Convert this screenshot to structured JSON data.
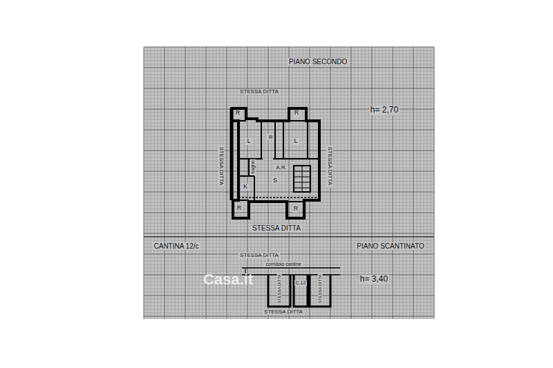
{
  "diagram": {
    "labels": [
      "PIANO SECONDO",
      "STESSA DITTA",
      "h= 2,70",
      "STESSA DITTA",
      "STESSA DITTA",
      "STESSA DITTA",
      "R",
      "R",
      "R",
      "R",
      "L",
      "B",
      "L",
      "bagno",
      "A.R.",
      "S",
      "K",
      "CANTINA 12/c",
      "PIANO SCANTINATO",
      "STESSA DITTA",
      "corridoio cantine",
      "h= 3,40",
      "STESSA DITTA",
      "C.12",
      "STESSA DITTA",
      "STESSA DITTA",
      "Casa.it"
    ]
  }
}
